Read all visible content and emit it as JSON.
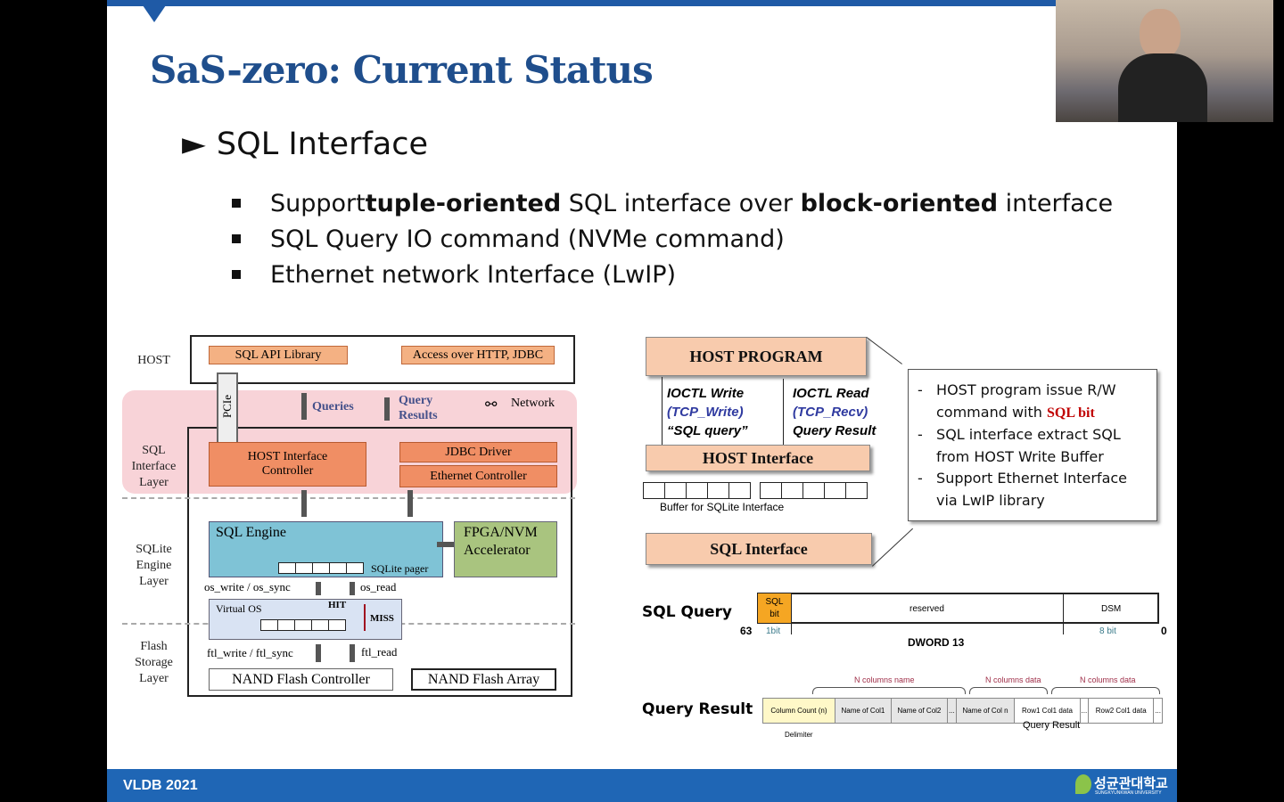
{
  "slide": {
    "title": "SaS-zero: Current Status",
    "heading_marker": "►",
    "heading": "SQL Interface",
    "bullets": [
      {
        "pre": "Support ",
        "b1": "tuple-oriented",
        "mid": " SQL interface over ",
        "b2": "block-oriented",
        "post": " interface"
      },
      {
        "text": "SQL Query IO command (NVMe command)"
      },
      {
        "text": "Ethernet network Interface (LwIP)"
      }
    ],
    "footer": "VLDB 2021",
    "logo_text": "성균관대학교",
    "logo_sub": "SUNGKYUNKWAN UNIVERSITY"
  },
  "left_diagram": {
    "layers": [
      "HOST",
      "SQL Interface Layer",
      "SQLite Engine Layer",
      "Flash Storage Layer"
    ],
    "sql_api": "SQL API Library",
    "access": "Access over HTTP, JDBC",
    "pcie": "PCIe",
    "queries": "Queries",
    "query_results": "Query Results",
    "network": "Network",
    "host_if": "HOST Interface Controller",
    "jdbc": "JDBC Driver",
    "eth": "Ethernet Controller",
    "sql_engine": "SQL Engine",
    "pager": "SQLite pager",
    "fpga": "FPGA/NVM Accelerator",
    "os_write": "os_write / os_sync",
    "os_read": "os_read",
    "vos": "Virtual OS",
    "hit": "HIT",
    "miss": "MISS",
    "ftl_write": "ftl_write / ftl_sync",
    "ftl_read": "ftl_read",
    "nand_ctrl": "NAND Flash Controller",
    "nand_arr": "NAND Flash Array"
  },
  "right_diagram": {
    "host_program": "HOST PROGRAM",
    "ioctl_write": "IOCTL Write",
    "tcp_write": "(TCP_Write)",
    "sql_query_q": "“SQL query”",
    "ioctl_read": "IOCTL Read",
    "tcp_recv": "(TCP_Recv)",
    "query_result": "Query Result",
    "host_interface": "HOST Interface",
    "buffer": "Buffer for SQLite Interface",
    "sql_interface": "SQL Interface",
    "notes": {
      "n1a": "HOST program issue R/W",
      "n1b": "command with ",
      "n1c": "SQL bit",
      "n2a": "SQL interface extract SQL",
      "n2b": "from HOST Write Buffer",
      "n3a": "Support Ethernet Interface",
      "n3b": "via LwIP library"
    },
    "sqlq": {
      "label": "SQL Query",
      "sql_bit": "SQL bit",
      "reserved": "reserved",
      "dsm": "DSM",
      "hi": "63",
      "lo": "0",
      "one_bit": "1bit",
      "eight_bit": "8 bit",
      "dword": "DWORD 13"
    },
    "qres": {
      "label": "Query Result",
      "names_brace": "N columns name",
      "data_brace1": "N columns data",
      "data_brace2": "N columns data",
      "cells": [
        "Column Count (n)",
        "Name of Col1",
        "Name of Col2",
        "...",
        "Name of Col n",
        "Row1 Col1 data",
        "...",
        "Row2 Col1 data",
        "..."
      ],
      "delimiter": "Delimiter",
      "caption": "Query Result"
    }
  },
  "colors": {
    "accent": "#1f5aa6",
    "title": "#1f4e8c",
    "sql_bit": "#c00000"
  }
}
